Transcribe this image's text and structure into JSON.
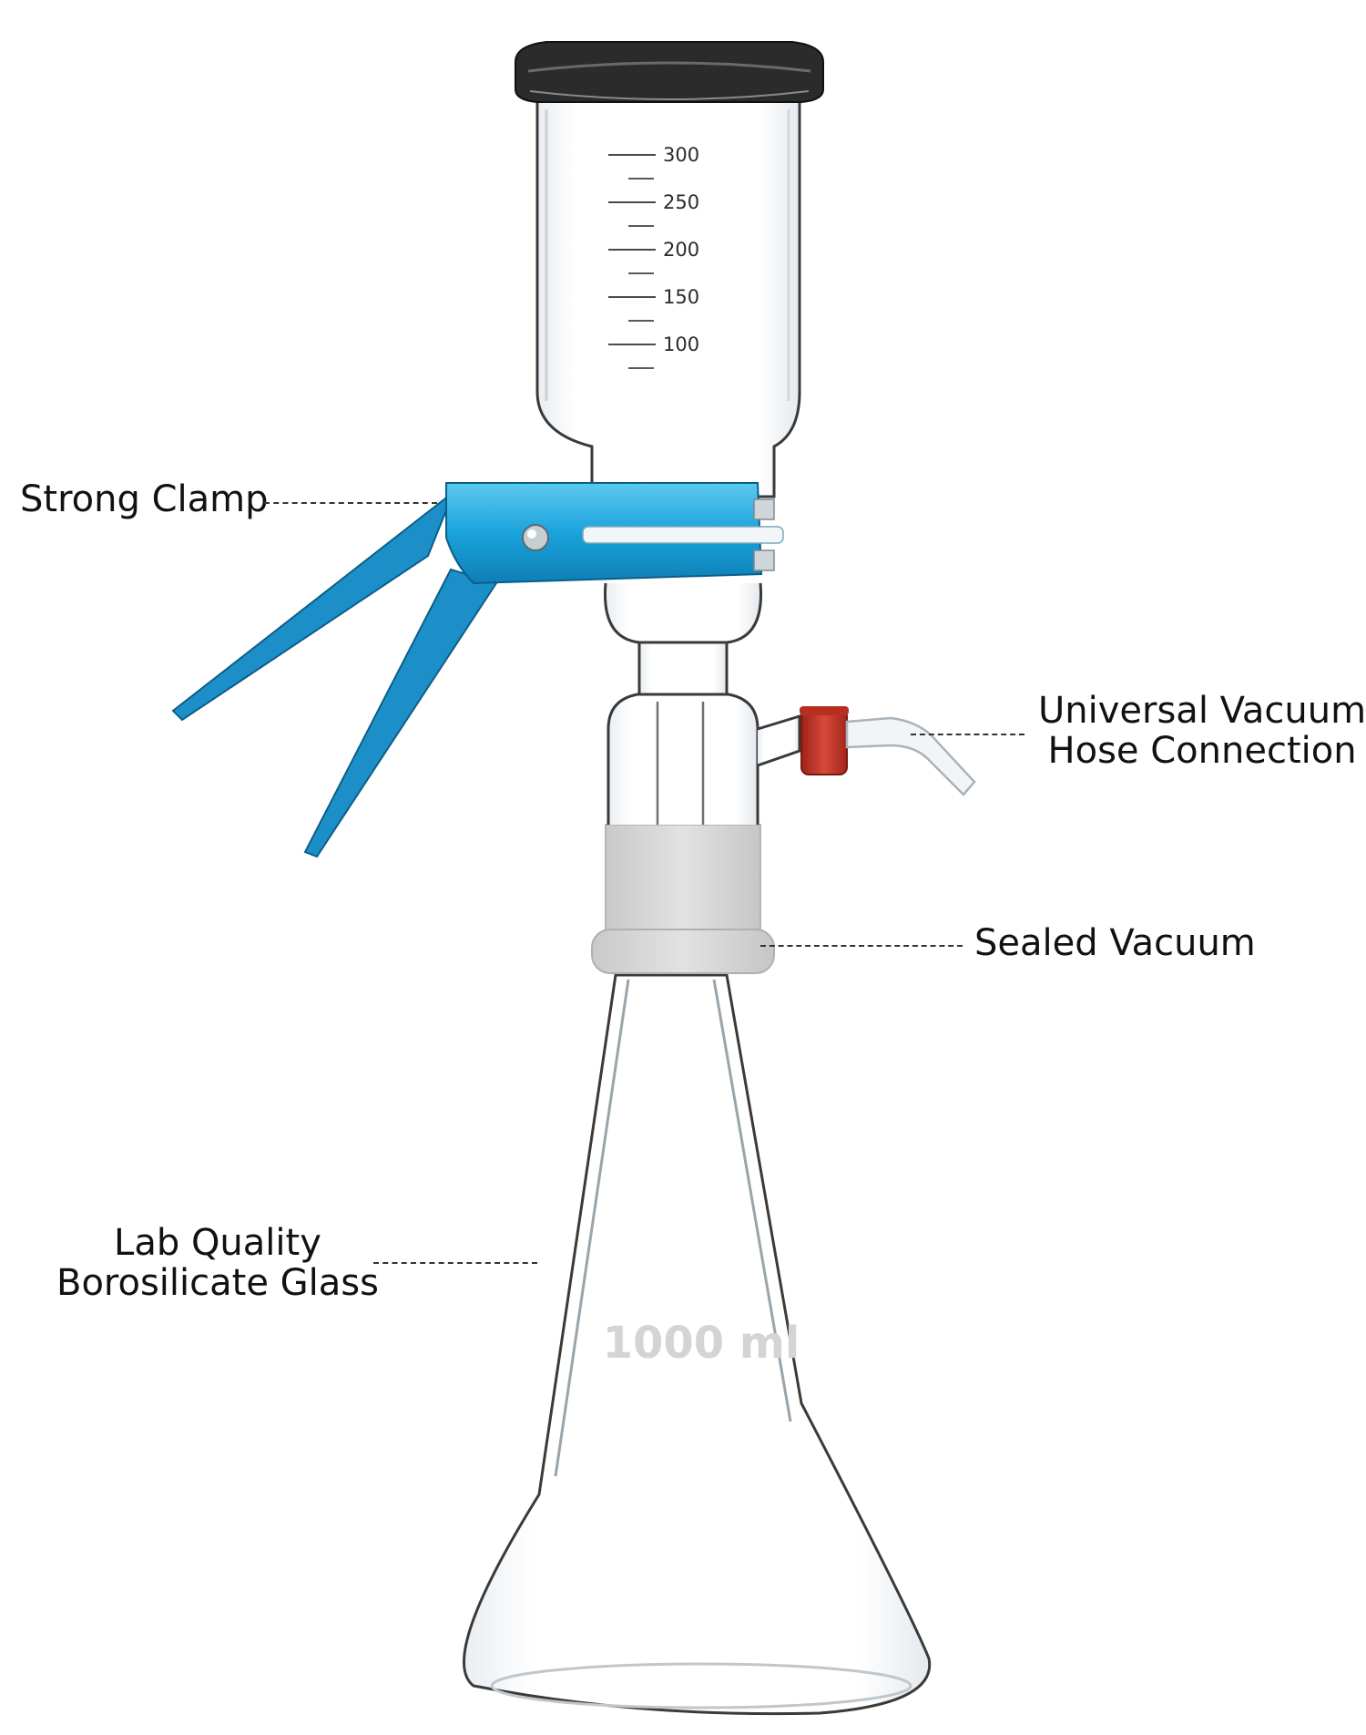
{
  "callouts": {
    "clamp": "Strong Clamp",
    "hose_line1": "Universal Vacuum",
    "hose_line2": "Hose Connection",
    "sealed": "Sealed Vacuum",
    "glass_line1": "Lab Quality",
    "glass_line2": "Borosilicate Glass"
  },
  "funnel_scale": [
    "300",
    "250",
    "200",
    "150",
    "100"
  ],
  "flask_volume": "1000 ml",
  "colors": {
    "clamp_blue": "#1aa3dc",
    "cap_red": "#c8362a",
    "glass_edge": "#3a3a3a",
    "frosted_joint": "#d6d6d6",
    "lid_dark": "#2b2b2b"
  }
}
